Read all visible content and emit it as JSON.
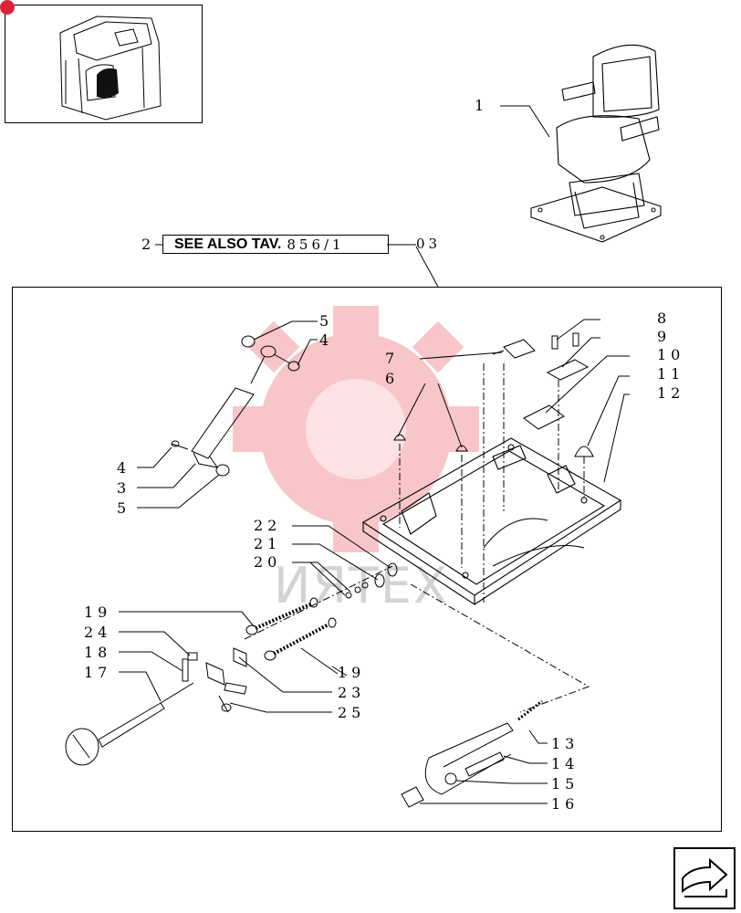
{
  "see_also": {
    "prefix": "SEE ALSO TAV.",
    "code": "856/1",
    "suffix": "03"
  },
  "watermark_text": "ИЯТЕХ",
  "callouts": {
    "c1": "1",
    "c2": "2",
    "c3": "3",
    "c4a": "4",
    "c4b": "4",
    "c5a": "5",
    "c5b": "5",
    "c6": "6",
    "c7": "7",
    "c8": "8",
    "c9": "9",
    "c10": "10",
    "c11": "11",
    "c12": "12",
    "c13": "13",
    "c14": "14",
    "c15": "15",
    "c16": "16",
    "c17": "17",
    "c18": "18",
    "c19a": "19",
    "c19b": "19",
    "c20": "20",
    "c21": "21",
    "c22": "22",
    "c23": "23",
    "c24": "24",
    "c25": "25"
  },
  "icons": {
    "corner": "red-dot-icon",
    "nav": "next-page-arrow-icon",
    "logo": "gear-logo-watermark-icon"
  },
  "colors": {
    "ink": "#000000",
    "logo_red": "#e8343f",
    "watermark_gray": "#c9c9c9"
  }
}
